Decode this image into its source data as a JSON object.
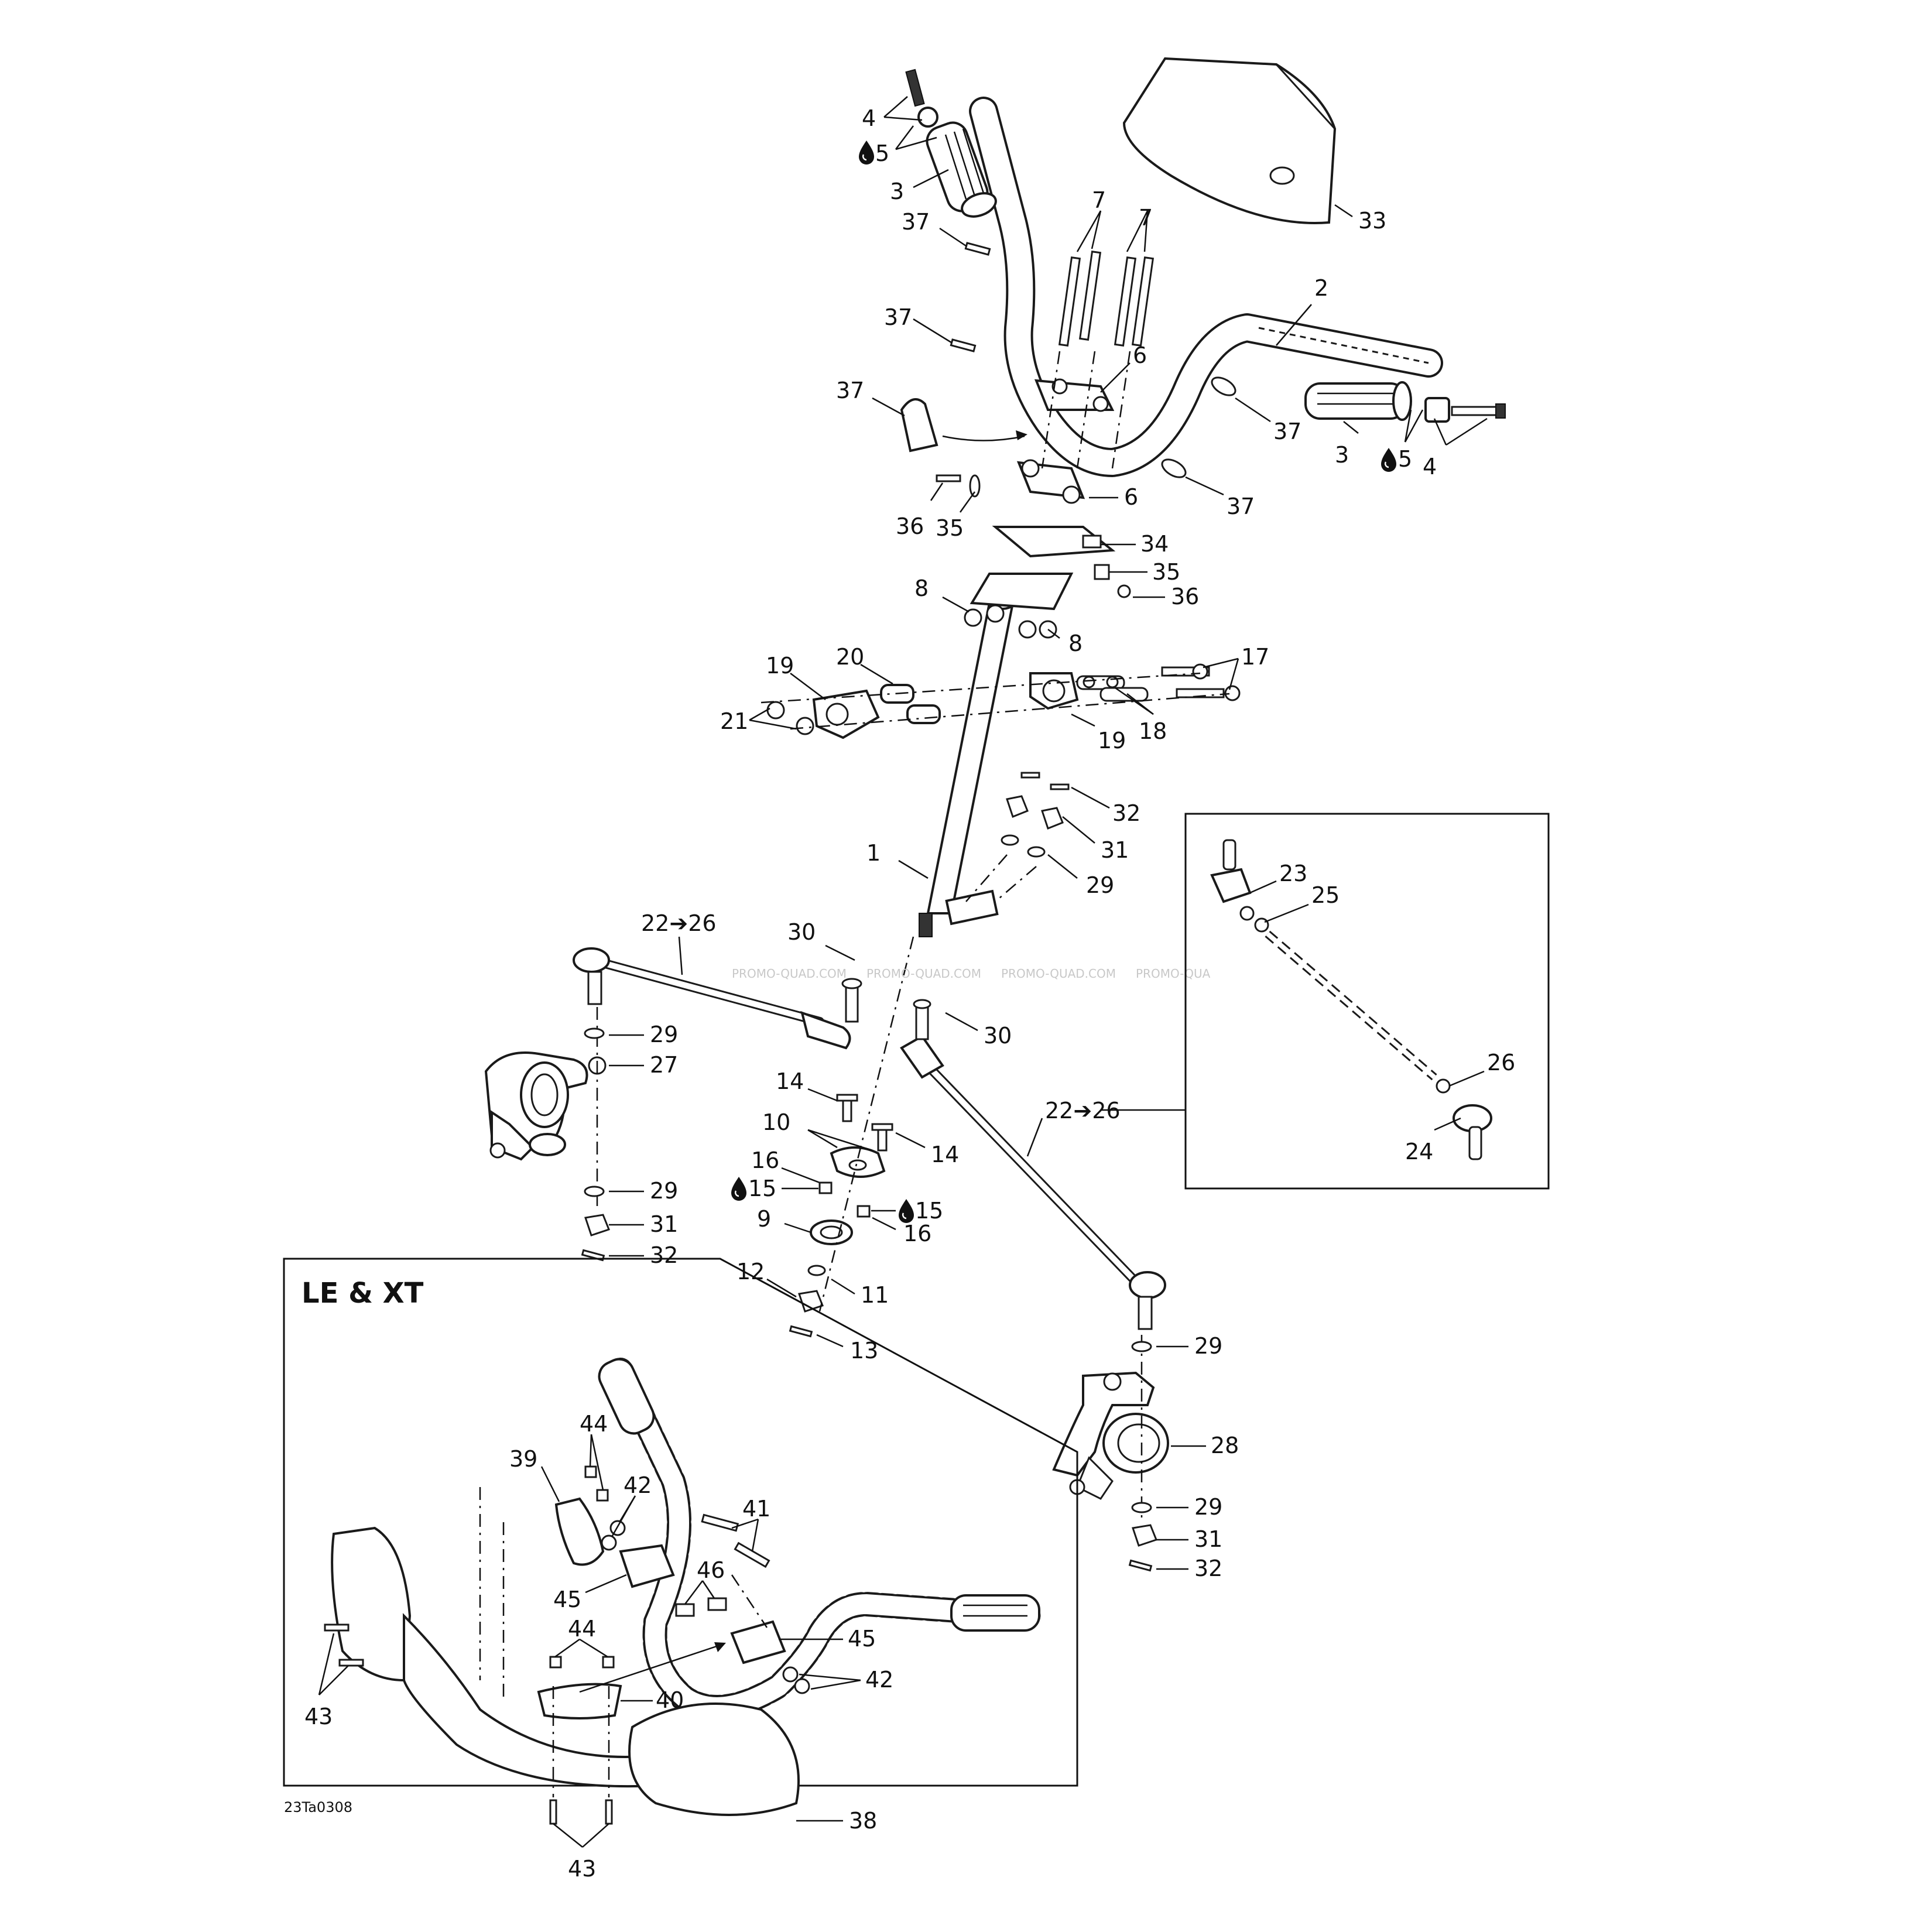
{
  "box_title": "LE & XT",
  "figure_code": "23Ta0308",
  "watermark": [
    "PROMO-QUAD.COM",
    "PROMO-QUAD.COM",
    "PROMO-QUAD.COM",
    "PROMO-QUA"
  ],
  "callouts": {
    "c1": "1",
    "c2": "2",
    "c3a": "3",
    "c3b": "3",
    "c4a": "4",
    "c4b": "4",
    "c5a": "5",
    "c5b": "5",
    "c6a": "6",
    "c6b": "6",
    "c7a": "7",
    "c7b": "7",
    "c8a": "8",
    "c8b": "8",
    "c9": "9",
    "c10": "10",
    "c11": "11",
    "c12": "12",
    "c13": "13",
    "c14a": "14",
    "c14b": "14",
    "c15a": "15",
    "c15b": "15",
    "c16a": "16",
    "c16b": "16",
    "c17": "17",
    "c18": "18",
    "c19a": "19",
    "c19b": "19",
    "c20": "20",
    "c21": "21",
    "c22a": "22➔26",
    "c22b": "22➔26",
    "c23": "23",
    "c24": "24",
    "c25": "25",
    "c26": "26",
    "c27": "27",
    "c28": "28",
    "c29a": "29",
    "c29b": "29",
    "c29c": "29",
    "c29d": "29",
    "c29e": "29",
    "c30a": "30",
    "c30b": "30",
    "c31a": "31",
    "c31b": "31",
    "c31c": "31",
    "c32a": "32",
    "c32b": "32",
    "c32c": "32",
    "c33": "33",
    "c34": "34",
    "c35a": "35",
    "c35b": "35",
    "c36a": "36",
    "c36b": "36",
    "c37a": "37",
    "c37b": "37",
    "c37c": "37",
    "c37d": "37",
    "c37e": "37",
    "c38": "38",
    "c39": "39",
    "c40": "40",
    "c41": "41",
    "c42a": "42",
    "c42b": "42",
    "c43a": "43",
    "c43b": "43",
    "c44a": "44",
    "c44b": "44",
    "c45a": "45",
    "c45b": "45",
    "c46": "46"
  },
  "colors": {
    "line": "#1a1a1a",
    "background": "#ffffff",
    "watermark": "#c8c8c8"
  },
  "icons": {
    "lubricant": "oil-drop-icon"
  }
}
